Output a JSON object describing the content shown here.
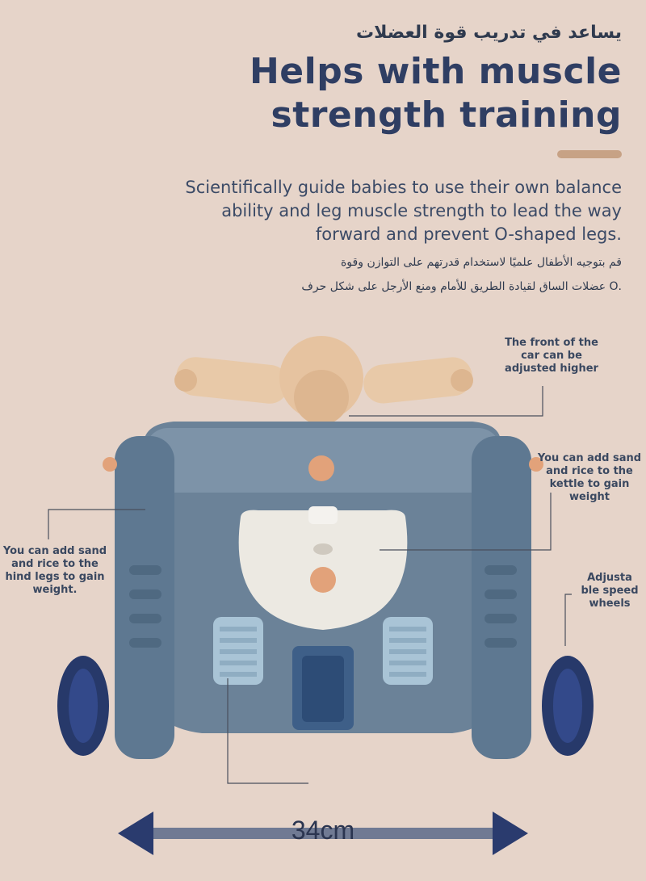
{
  "header": {
    "arabic_title": "يساعد في تدريب قوة العضلات",
    "title": "Helps with muscle strength training",
    "description": "Scientifically guide babies to use their own balance ability and leg muscle strength to lead the way forward and prevent O-shaped legs.",
    "arabic_description_line1": "قم بتوجيه الأطفال علميًا لاستخدام قدرتهم على التوازن وقوة",
    "arabic_description_line2": ".O عضلات الساق لقيادة الطريق للأمام ومنع الأرجل على شكل حرف"
  },
  "callouts": {
    "front": "The front of the car can be adjusted higher",
    "kettle": "You can add sand and rice to the kettle to gain weight",
    "hind_legs": "You can add sand and rice to the hind legs to gain weight.",
    "wheels": "Adjusta ble speed wheels"
  },
  "dimension": {
    "width_label": "34cm"
  },
  "colors": {
    "background": "#e6d4c9",
    "title": "#2f3e63",
    "accent": "#c7a285",
    "body_blue": "#5e7891",
    "wheel_navy": "#27396a",
    "handle_beige": "#e8c9a8",
    "seat_white": "#ece9e2",
    "knob_orange": "#e2a27a"
  },
  "icons": {
    "arrow": "double-headed-arrow-icon"
  }
}
